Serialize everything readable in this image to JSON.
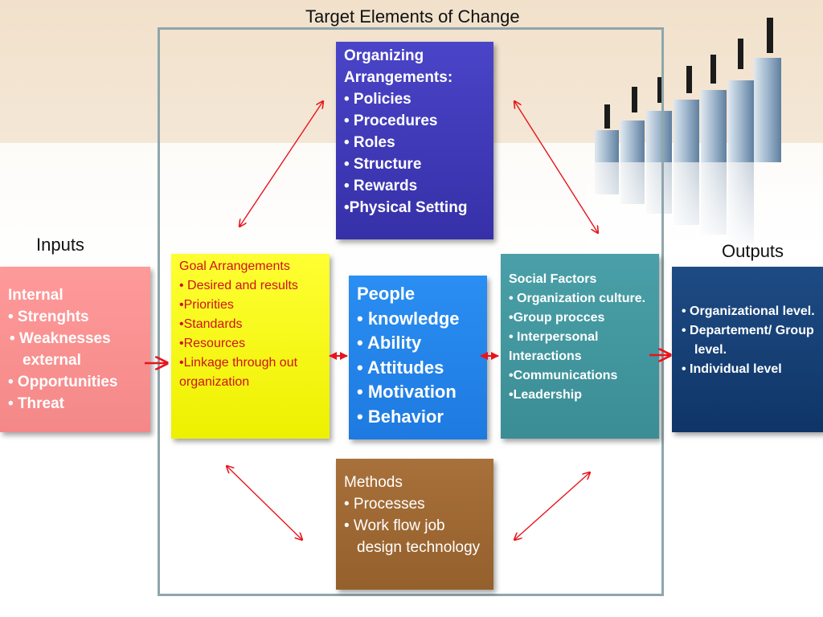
{
  "title": "Target Elements of Change",
  "inputs_label": "Inputs",
  "outputs_label": "Outputs",
  "organizing": {
    "heading": "Organizing Arrangements:",
    "items": [
      "• Policies",
      "• Procedures",
      "• Roles",
      "• Structure",
      "• Rewards",
      "•Physical Setting"
    ]
  },
  "goal": {
    "heading": "Goal Arrangements",
    "items": [
      "•  Desired and results",
      "•Priorities",
      "•Standards",
      "•Resources",
      "•Linkage through out organization"
    ]
  },
  "people": {
    "heading": "People",
    "items": [
      "• knowledge",
      "• Ability",
      "• Attitudes",
      "• Motivation",
      "• Behavior"
    ]
  },
  "social": {
    "heading": "Social Factors",
    "items": [
      "• Organization culture.",
      "•Group procces",
      "• Interpersonal Interactions",
      "•Communications",
      "•Leadership"
    ]
  },
  "methods": {
    "heading": "Methods",
    "items": [
      "• Processes",
      "•  Work flow job design technology"
    ]
  },
  "internal": {
    "heading": "Internal",
    "items": [
      "• Strenghts",
      "•  Weaknesses external",
      "• Opportunities",
      "• Threat"
    ]
  },
  "outputs": {
    "items": [
      "•  Organizational level.",
      "•  Departement/ Group level.",
      "•  Individual level"
    ]
  },
  "colors": {
    "arrow_red": "#e8141c",
    "frame": "#8fa6ac"
  }
}
